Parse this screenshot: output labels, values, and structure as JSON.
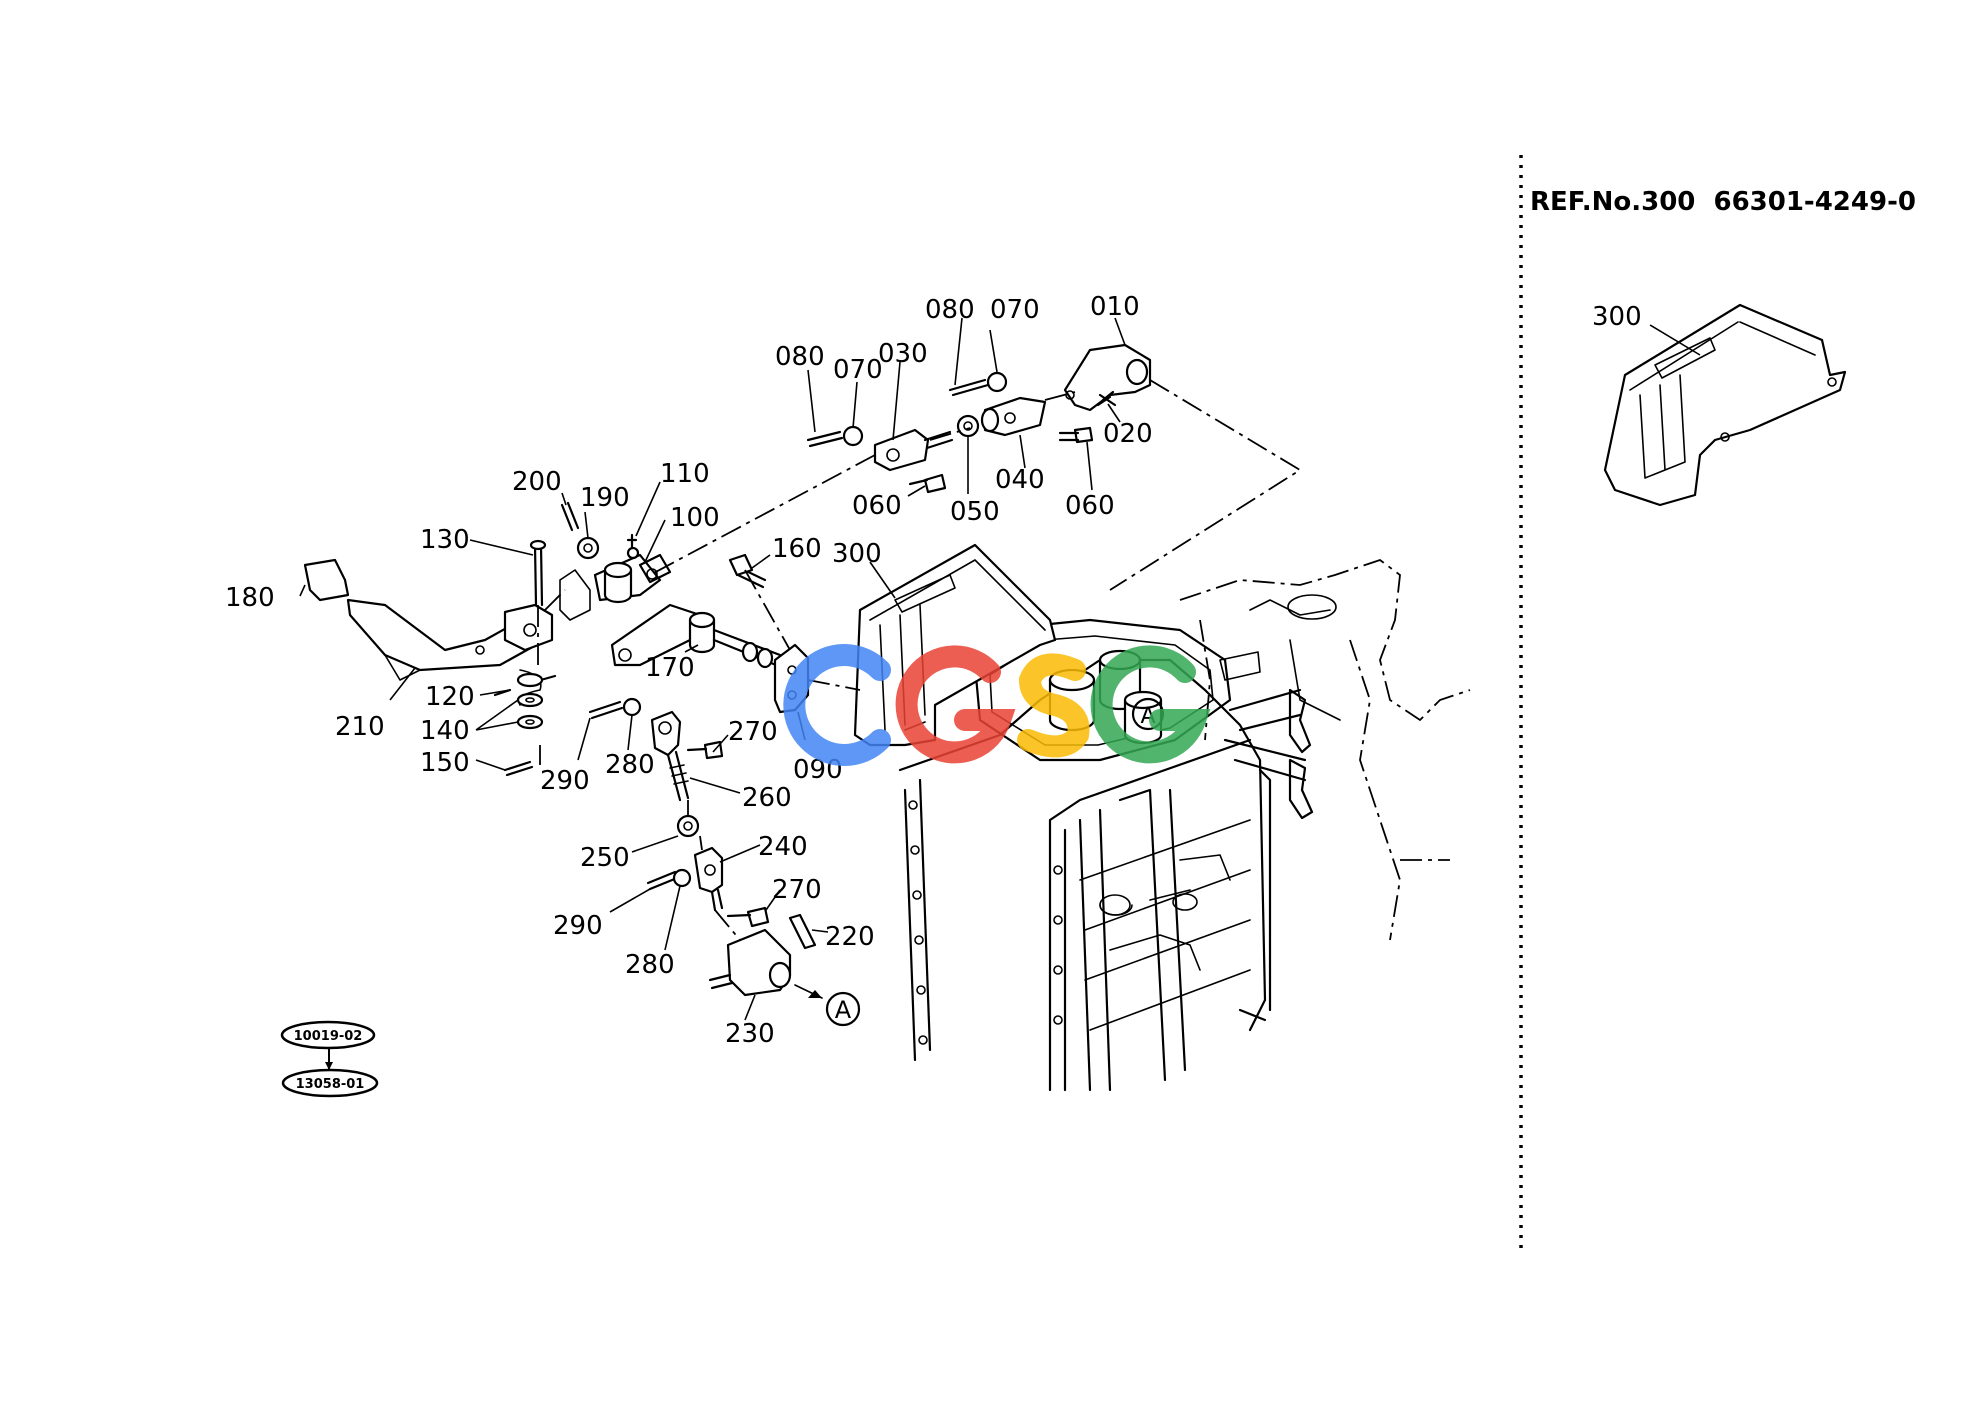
{
  "ref_note": "REF.No.300  66301-4249-0",
  "detail_label": "300",
  "ref_tags": [
    "10019-02",
    "13058-01"
  ],
  "arrow_mark": "A",
  "watermark": {
    "text": "CGSG",
    "colors": [
      "#4285F4",
      "#EA4335",
      "#FBBC05",
      "#34A853"
    ]
  },
  "labels": [
    "010",
    "020",
    "030",
    "040",
    "050",
    "060",
    "060",
    "070",
    "070",
    "080",
    "080",
    "090",
    "100",
    "110",
    "120",
    "130",
    "140",
    "150",
    "160",
    "170",
    "180",
    "190",
    "200",
    "210",
    "220",
    "230",
    "240",
    "250",
    "260",
    "270",
    "270",
    "280",
    "280",
    "290",
    "290",
    "300"
  ]
}
